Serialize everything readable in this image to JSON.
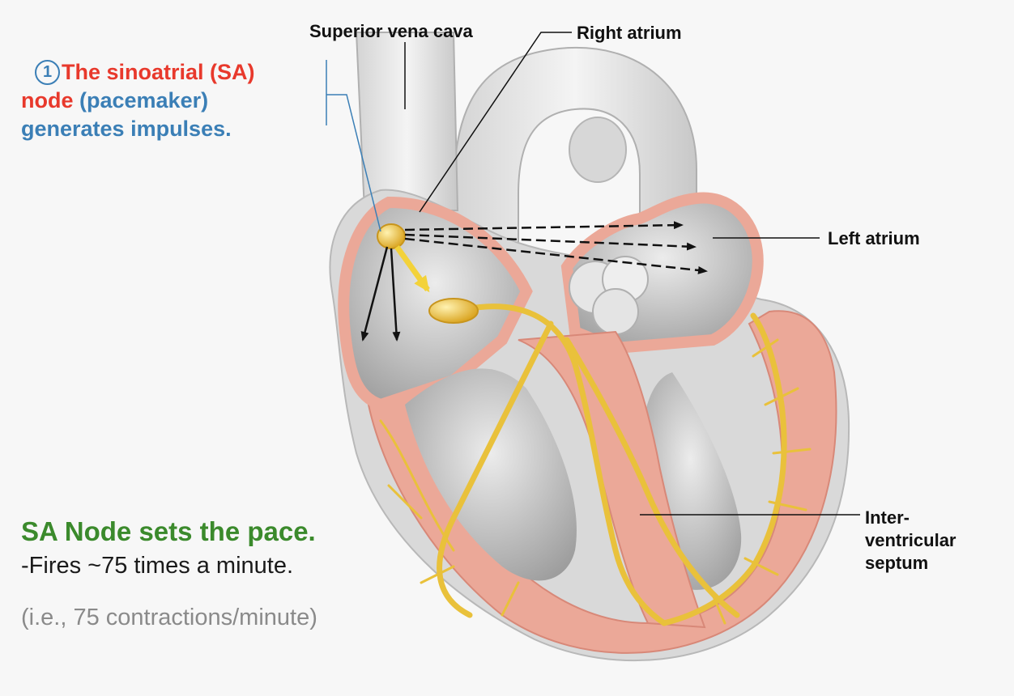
{
  "labels": {
    "superior_vena_cava": "Superior vena cava",
    "right_atrium": "Right atrium",
    "left_atrium": "Left atrium",
    "septum_line1": "Inter-",
    "septum_line2": "ventricular",
    "septum_line3": "septum"
  },
  "callout": {
    "step_number": "1",
    "text_the": "The ",
    "text_sinoatrial": "sinoatrial (SA)",
    "text_node": "node",
    "text_pacemaker": " (pacemaker)",
    "text_generates": "generates impulses."
  },
  "notes": {
    "title": "SA Node sets the pace.",
    "subtitle": "-Fires ~75 times a minute.",
    "footnote": "(i.e., 75 contractions/minute)"
  },
  "colors": {
    "accent_red": "#e8392c",
    "accent_blue": "#3b7fb6",
    "accent_green": "#3b8a2c",
    "muscle_pink": "#eba898",
    "conduction_yellow": "#e9c13b"
  }
}
